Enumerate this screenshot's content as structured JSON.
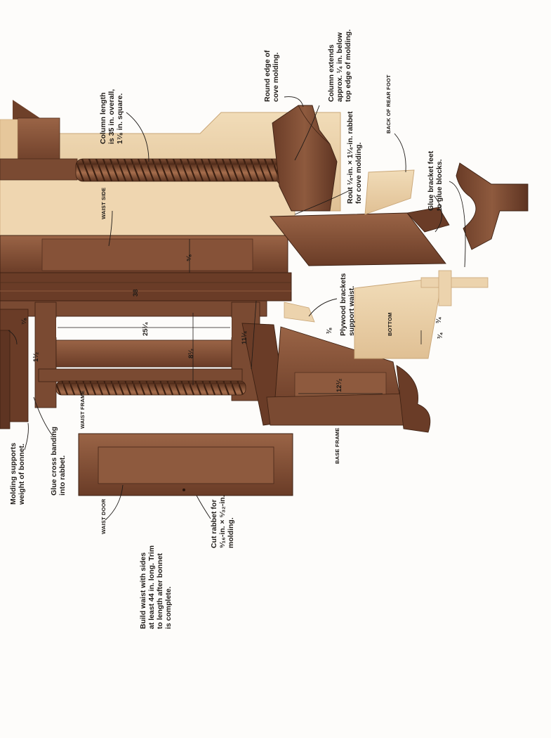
{
  "colors": {
    "paper": "#fdfcfa",
    "walnut": "#7a4a32",
    "walnut_dark": "#4e2c1c",
    "walnut_light": "#9a6446",
    "pine": "#ecd3ad",
    "pine_dark": "#d9b98a",
    "ink": "#1e1a17"
  },
  "labels": {
    "column_length": [
      "Column length",
      "is 35 in. overall,",
      "1⁷⁄₈ in. square."
    ],
    "round_edge": [
      "Round edge of",
      "cove molding."
    ],
    "column_extends": [
      "Column extends",
      "approx. ¹⁄₄ in. below",
      "top edge of molding."
    ],
    "rout": [
      "Rout ¹⁄₄-in. × 1¹⁄₄-in. rabbet",
      "for cove molding."
    ],
    "glue_feet": [
      "Glue bracket feet",
      "to glue blocks."
    ],
    "plywood": [
      "Plywood brackets",
      "support waist."
    ],
    "molding_supports": [
      "Molding supports",
      "weight of bonnet."
    ],
    "glue_cross": [
      "Glue cross banding",
      "into rabbet."
    ],
    "cut_rabbet": [
      "Cut rabbet for",
      "⁹⁄₁₆-in. × ⁵⁄₃₂-in.",
      "molding."
    ],
    "build_waist": [
      "Build waist with sides",
      "at least 44 in. long. Trim",
      "to length after bonnet",
      "is complete."
    ]
  },
  "captions": {
    "waist_side": "WAIST SIDE",
    "back_rear_foot": "BACK OF REAR FOOT",
    "bottom": "BOTTOM",
    "waist_frame": "WAIST FRAME",
    "base_frame": "BASE FRAME",
    "waist_door": "WAIST DOOR"
  },
  "dimensions": {
    "d_38": "38",
    "d_25_1_4": "25¹⁄₄",
    "d_8_1_2": "8¹⁄₂",
    "d_11_1_4": "11¹⁄₄",
    "d_5_8": "⁵⁄₈",
    "d_12_1_2": "12¹⁄₂",
    "d_3_4a": "³⁄₄",
    "d_3_4b": "³⁄₄",
    "d_3_8": "³⁄₈",
    "d_1_2": "1¹⁄₂",
    "d_7_8": "⁷⁄₈"
  }
}
